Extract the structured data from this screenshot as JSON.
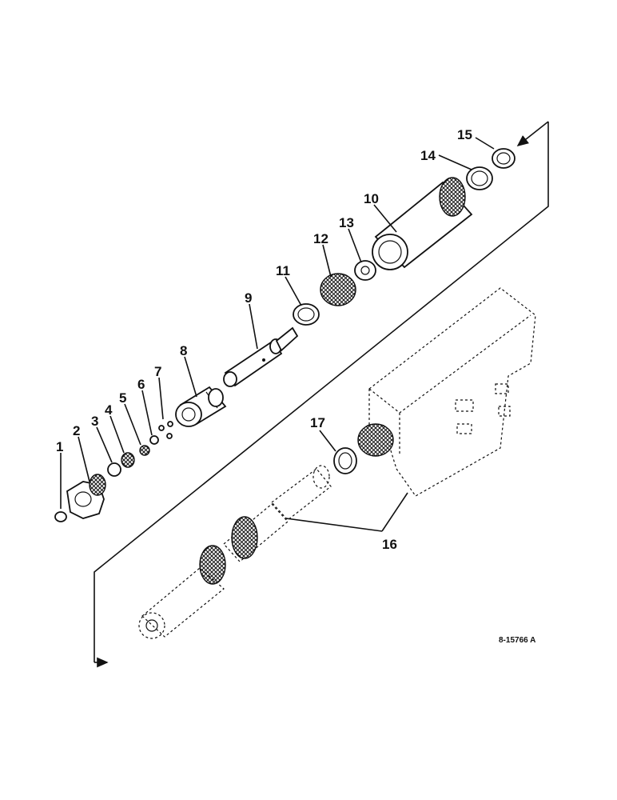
{
  "callouts": [
    {
      "id": "1",
      "text": "1"
    },
    {
      "id": "2",
      "text": "2"
    },
    {
      "id": "3",
      "text": "3"
    },
    {
      "id": "4",
      "text": "4"
    },
    {
      "id": "5",
      "text": "5"
    },
    {
      "id": "6",
      "text": "6"
    },
    {
      "id": "7",
      "text": "7"
    },
    {
      "id": "8",
      "text": "8"
    },
    {
      "id": "9",
      "text": "9"
    },
    {
      "id": "10",
      "text": "10"
    },
    {
      "id": "11",
      "text": "11"
    },
    {
      "id": "12",
      "text": "12"
    },
    {
      "id": "13",
      "text": "13"
    },
    {
      "id": "14",
      "text": "14"
    },
    {
      "id": "15",
      "text": "15"
    },
    {
      "id": "16",
      "text": "16"
    },
    {
      "id": "17",
      "text": "17"
    }
  ],
  "figure_ref": "8-15766 A",
  "colors": {
    "ink": "#111111",
    "paper": "#ffffff"
  }
}
